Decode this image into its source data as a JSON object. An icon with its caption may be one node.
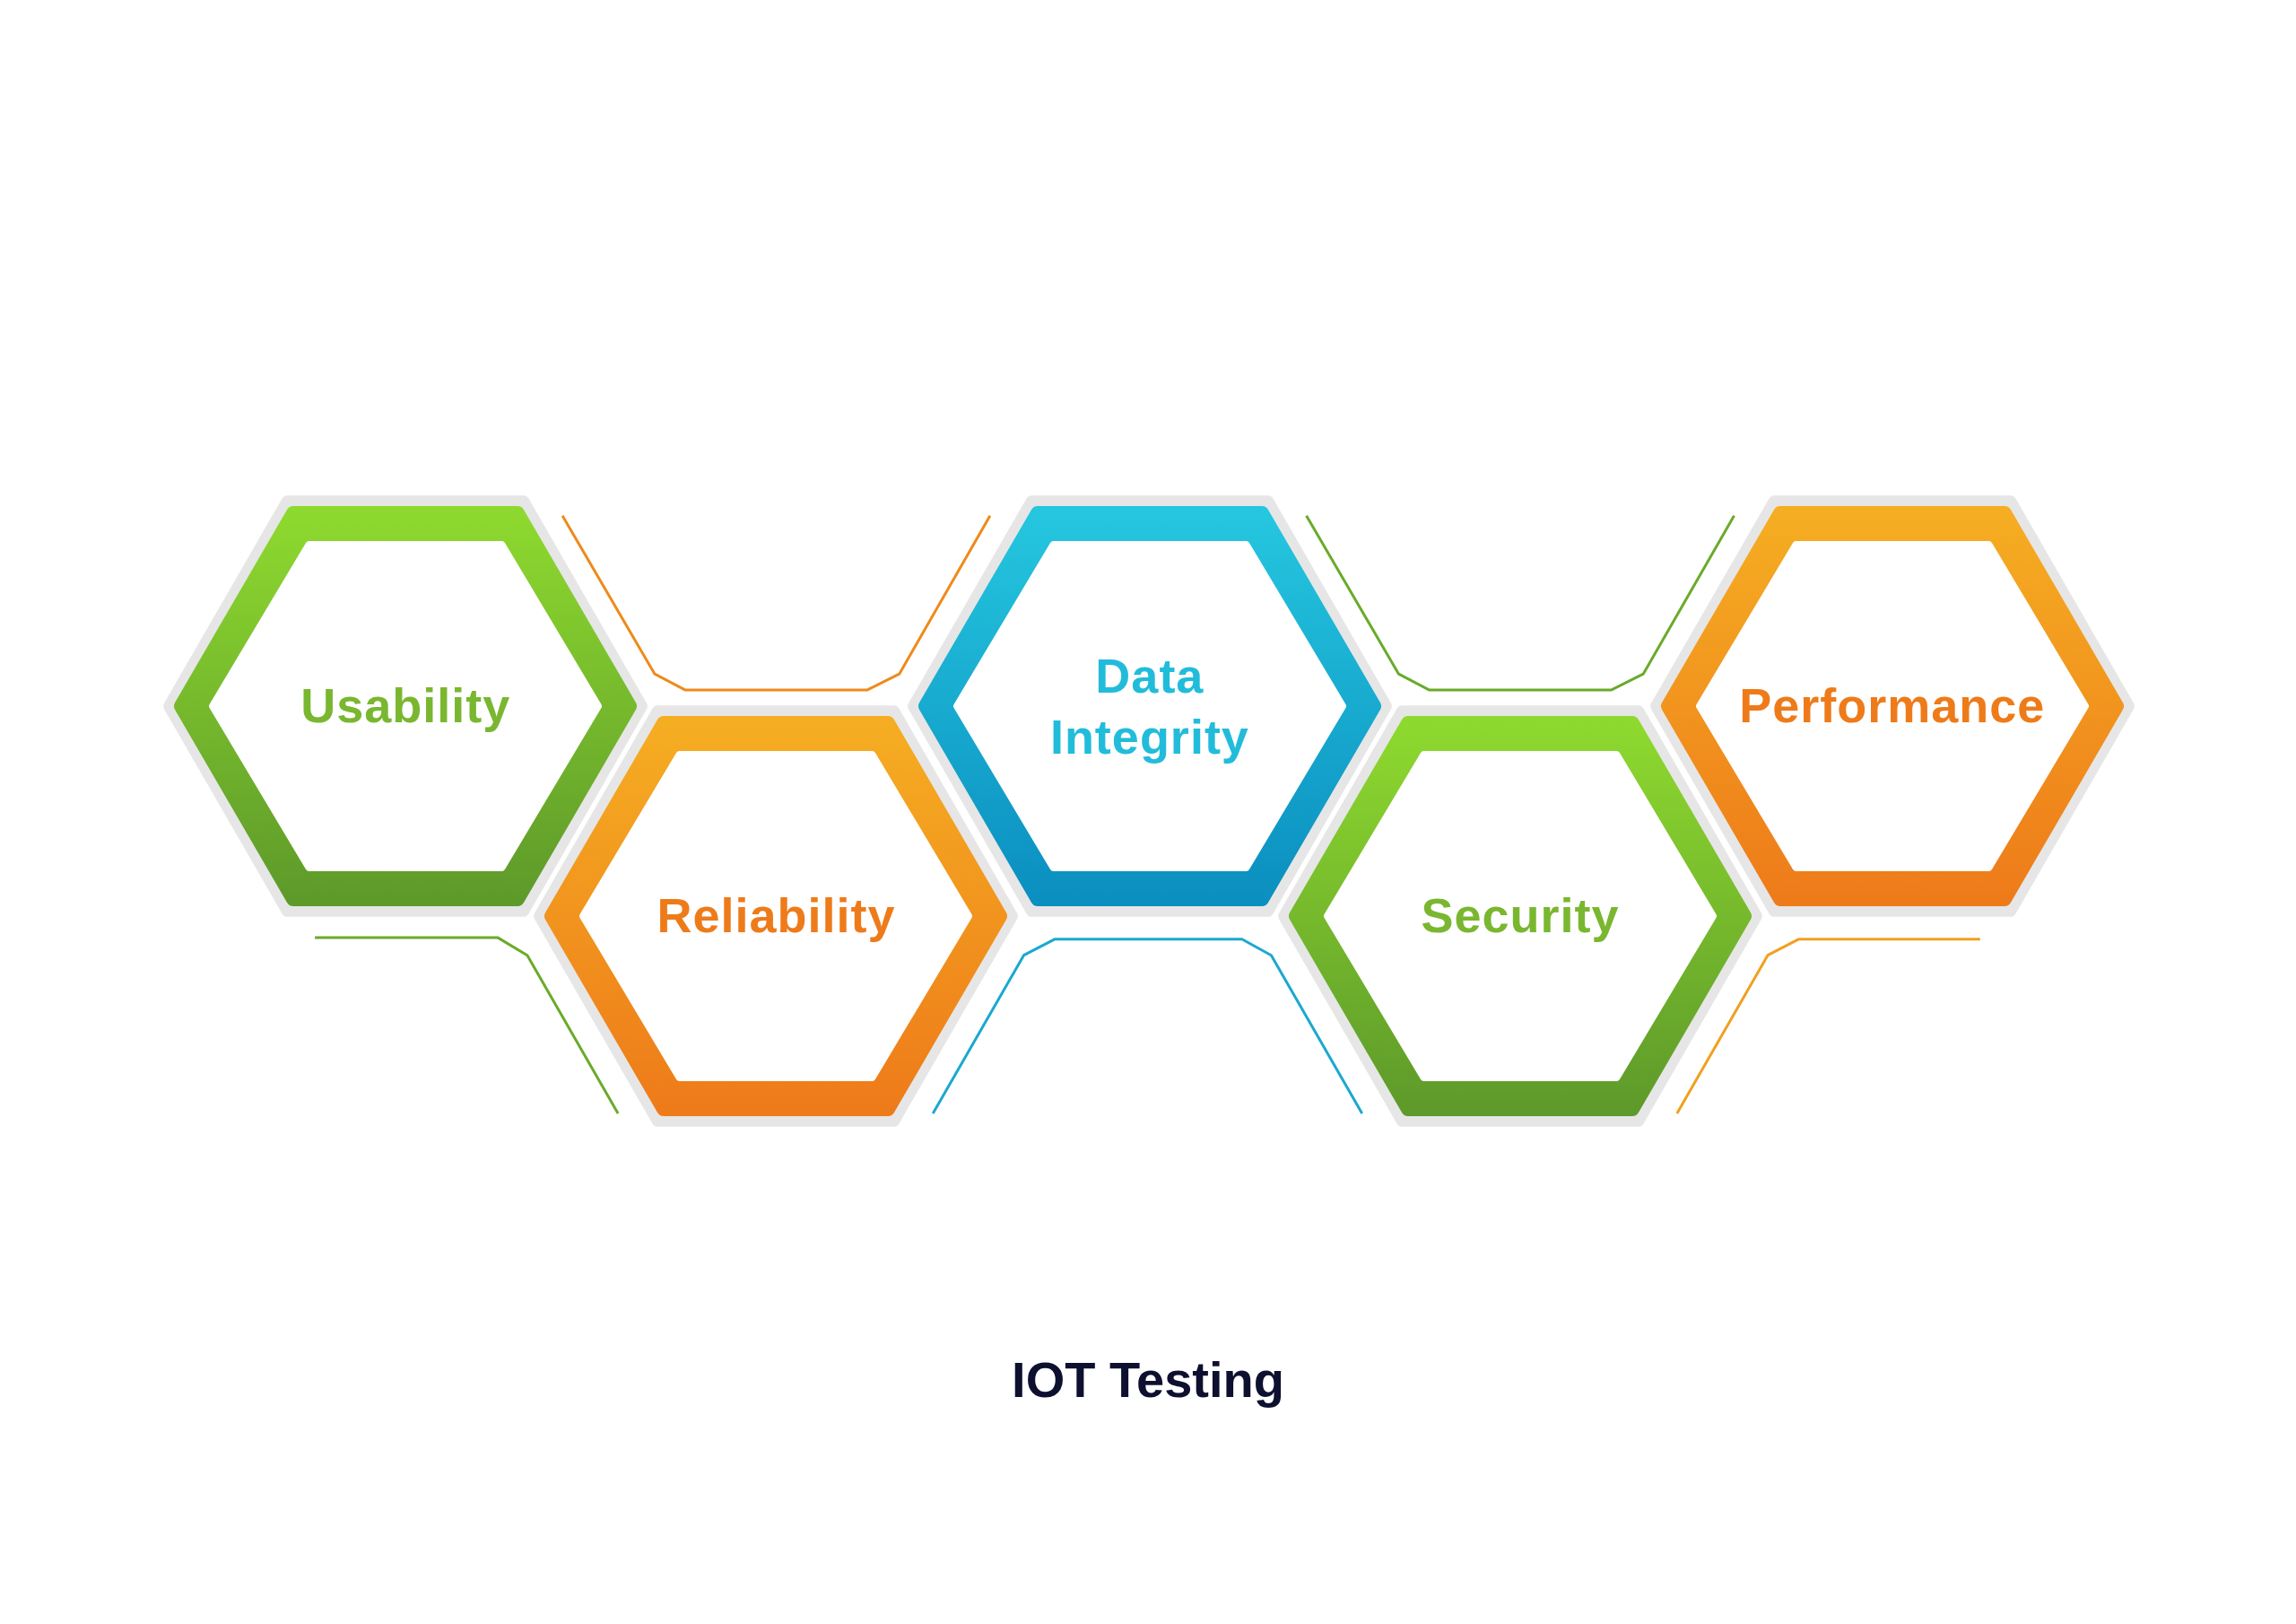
{
  "diagram": {
    "caption": "IOT Testing",
    "nodes": [
      {
        "text": [
          "Usability"
        ]
      },
      {
        "text": [
          "Reliability"
        ]
      },
      {
        "text": [
          "Data Integrity"
        ]
      },
      {
        "text": [
          "Security"
        ]
      },
      {
        "text": [
          "Performance"
        ]
      }
    ]
  }
}
